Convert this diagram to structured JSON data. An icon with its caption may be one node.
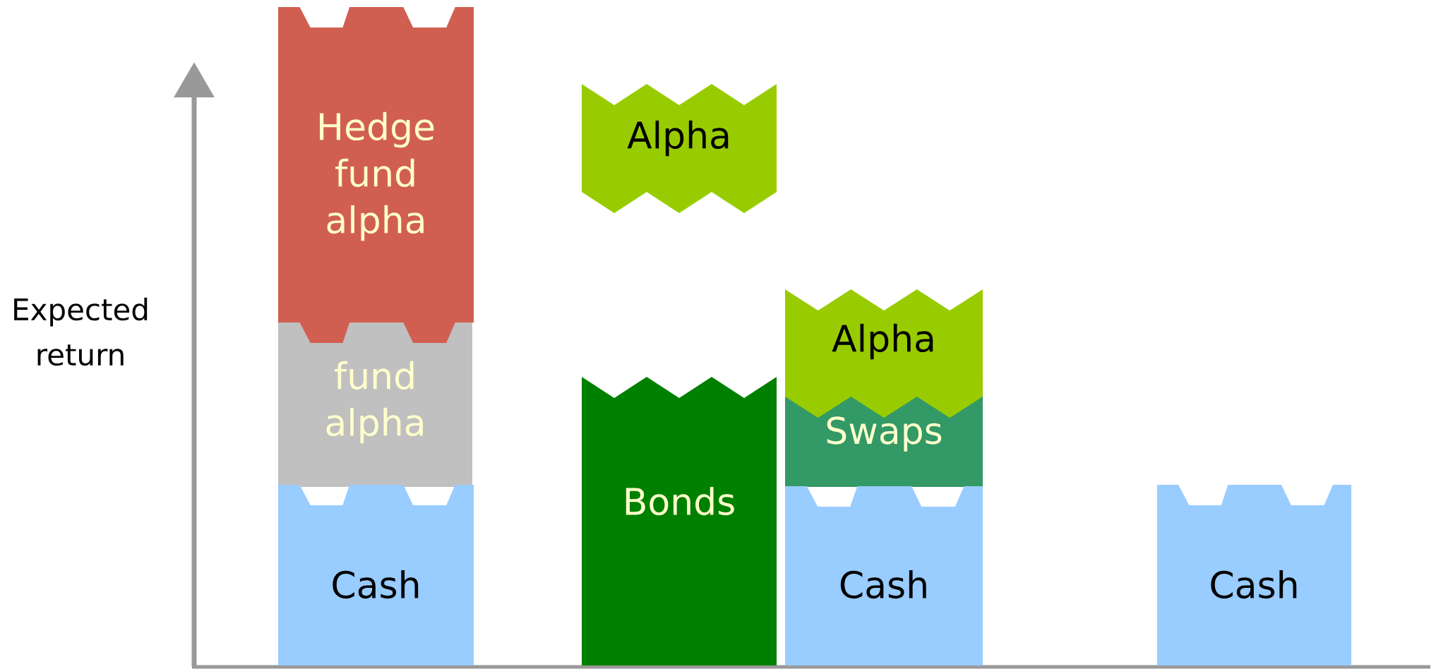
{
  "diagram": {
    "nodes": [
      {
        "text": [
          "Cash"
        ]
      },
      {
        "text": [
          "fund alpha"
        ]
      },
      {
        "text": [
          "Hedge fund alpha"
        ]
      },
      {
        "text": [
          "Alpha"
        ]
      },
      {
        "text": [
          "Bonds"
        ]
      },
      {
        "text": [
          "Cash"
        ]
      },
      {
        "text": [
          "Swaps"
        ]
      },
      {
        "text": [
          "Alpha"
        ]
      },
      {
        "text": [
          "Cash"
        ]
      }
    ],
    "labels": [
      "Expected return"
    ]
  }
}
